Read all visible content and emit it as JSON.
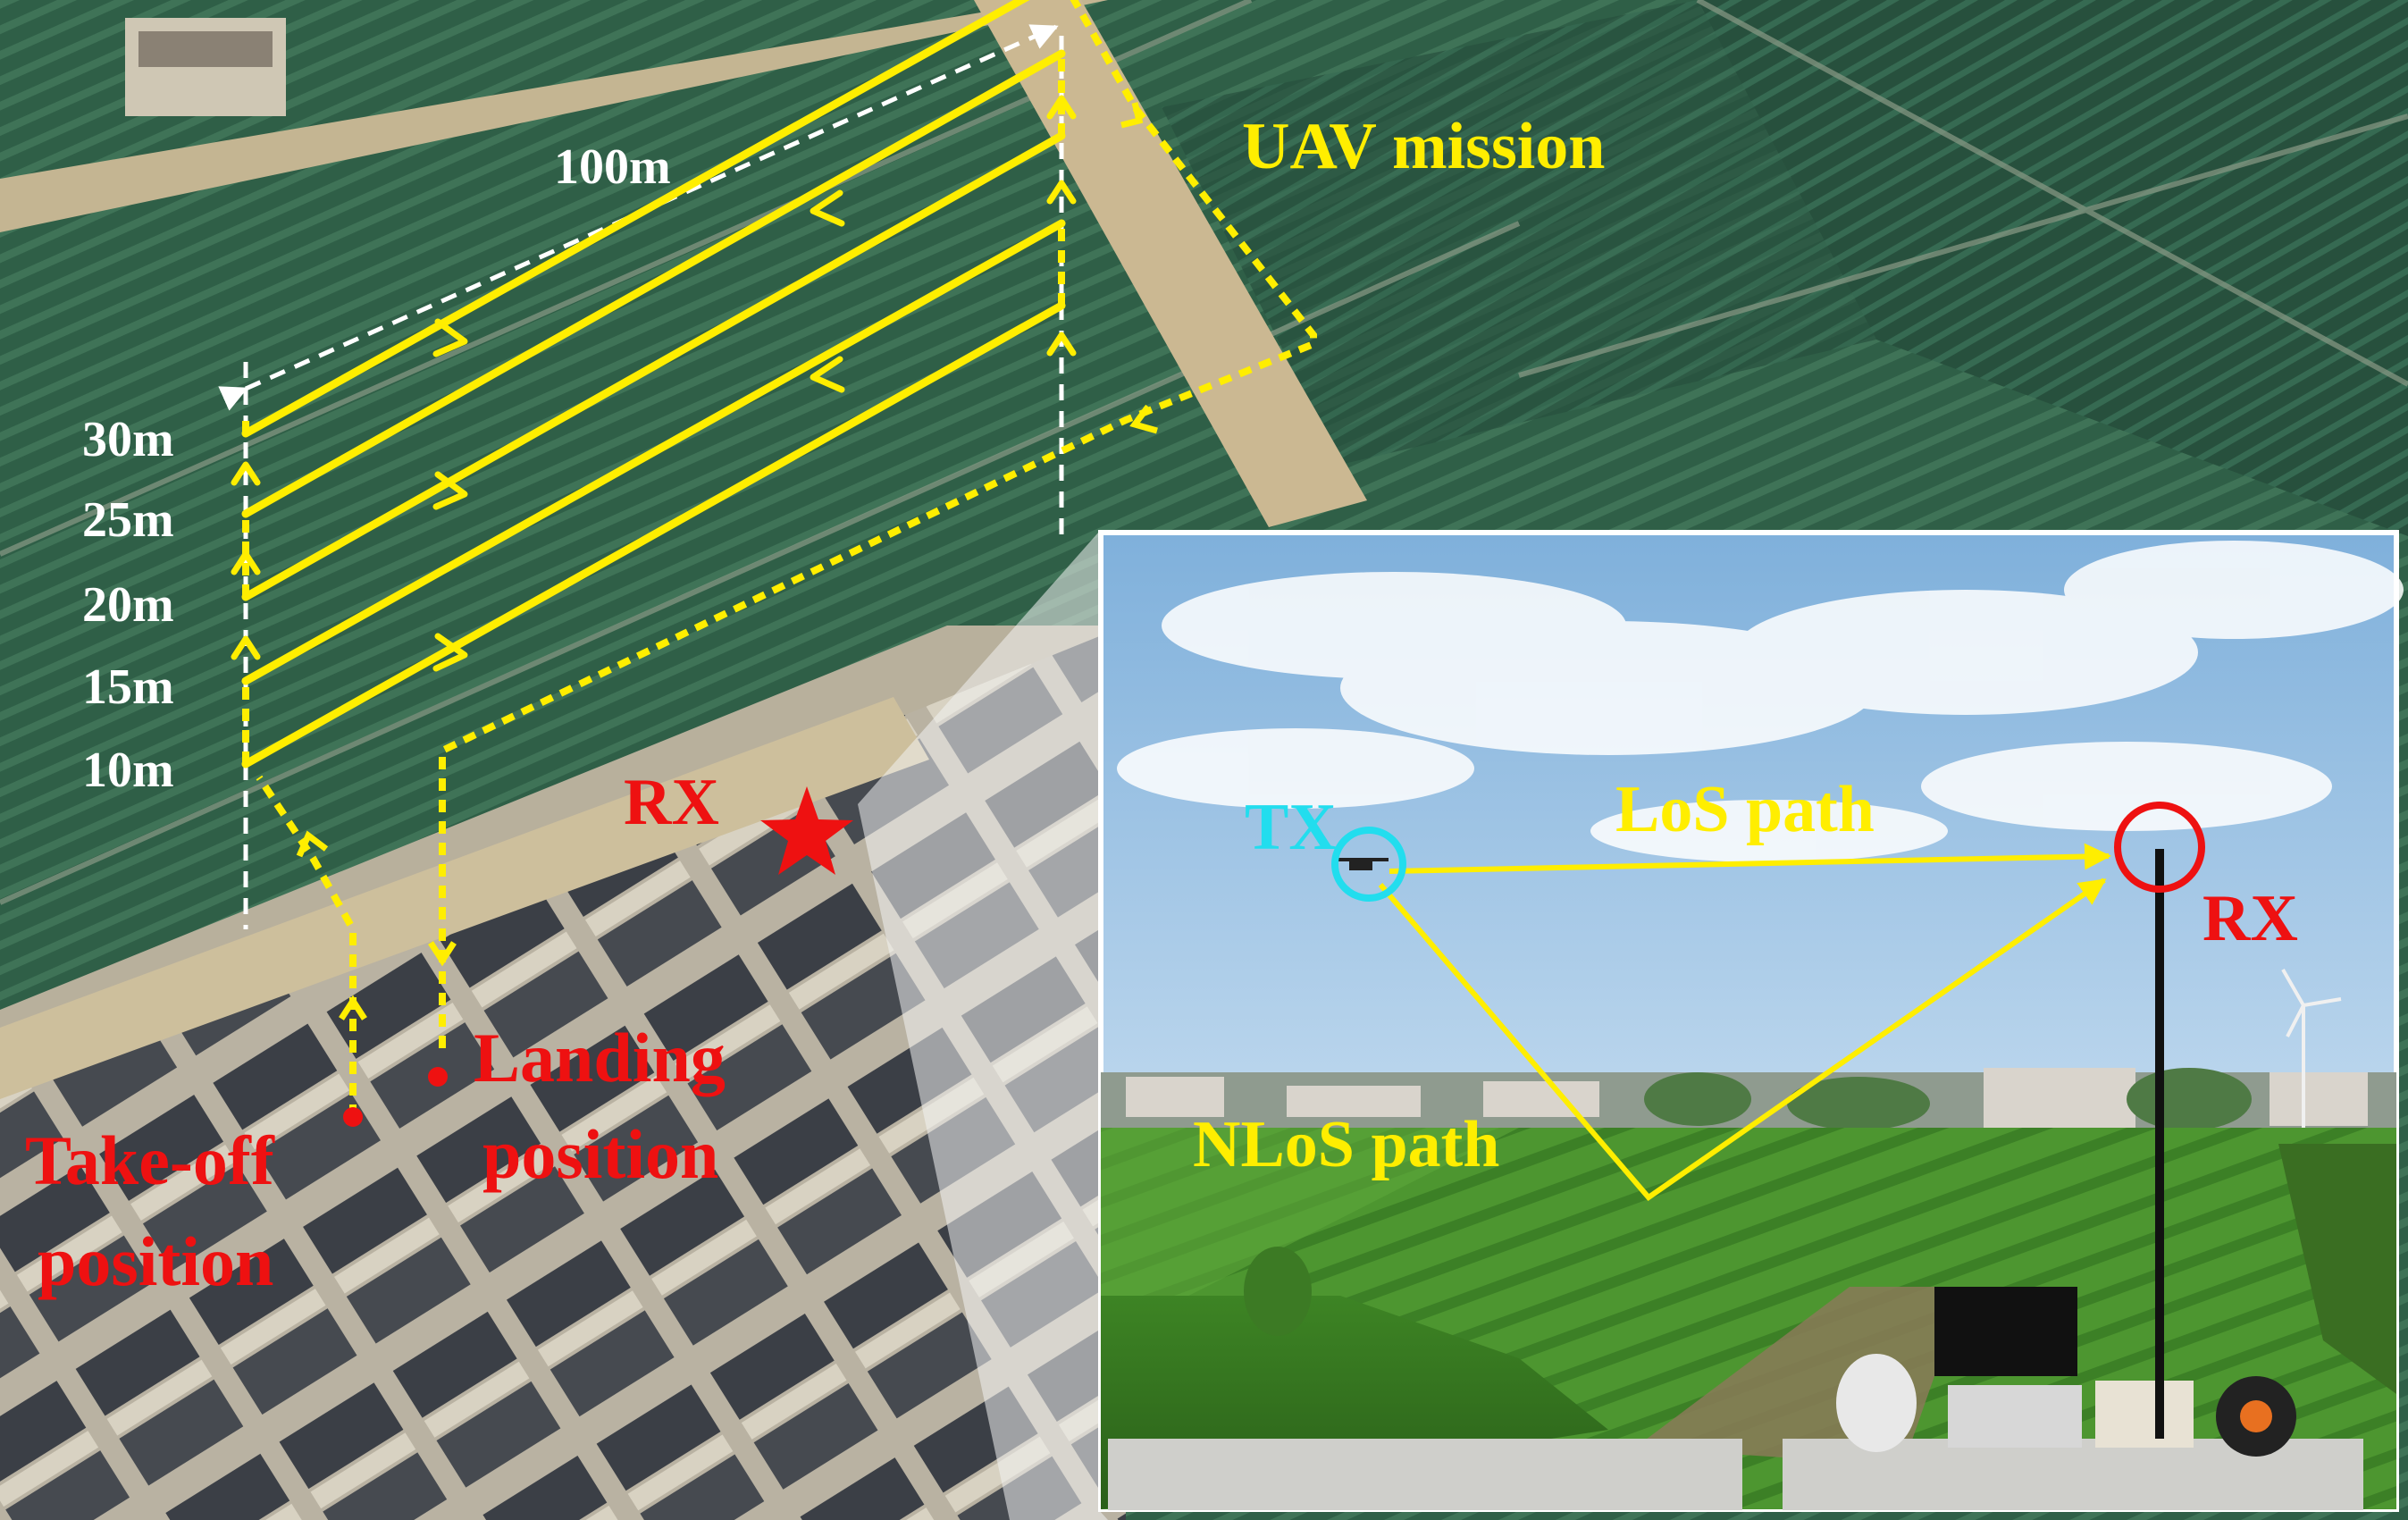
{
  "labels": {
    "uav_mission": "UAV mission",
    "distance": "100m",
    "heights": [
      "30m",
      "25m",
      "20m",
      "15m",
      "10m"
    ],
    "rx_aerial": "RX",
    "takeoff_line1": "Take-off",
    "takeoff_line2": "position",
    "landing_line1": "Landing",
    "landing_line2": "position",
    "tx": "TX",
    "los": "LoS path",
    "nlos": "NLoS path",
    "rx_photo": "RX"
  },
  "colors": {
    "path": "#ffee00",
    "white": "#ffffff",
    "red": "#ee1111",
    "cyan": "#22ddee",
    "field": "#2e5c44",
    "field_dark": "#1f4532",
    "road": "#c9b48e",
    "sky": "#a9cbe8",
    "crop": "#4f9a2e"
  }
}
